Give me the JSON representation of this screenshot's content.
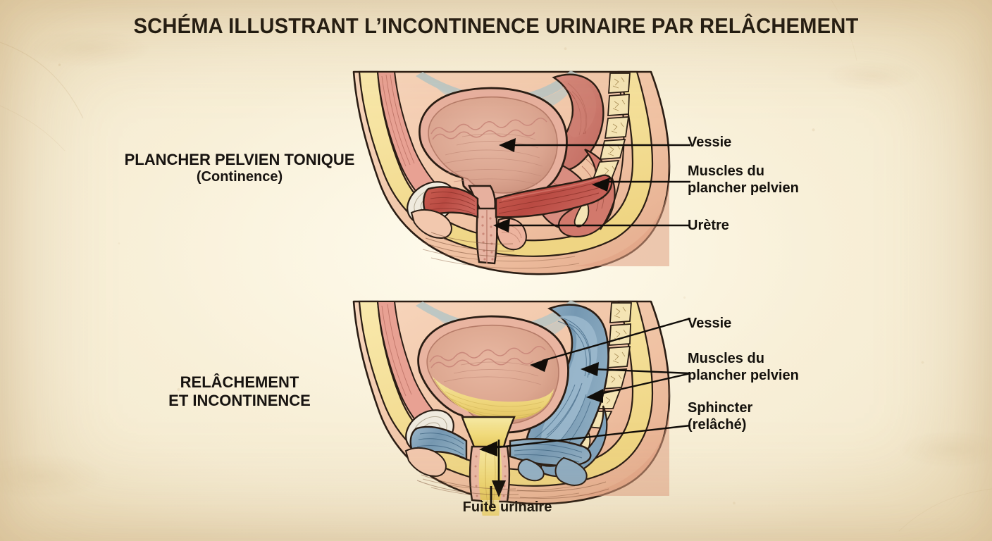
{
  "title": "SCHÉMA ILLUSTRANT L’INCONTINENCE URINAIRE PAR RELÂCHEMENT",
  "panels": {
    "top": {
      "heading": "PLANCHER PELVIEN TONIQUE",
      "subheading": "(Continence)",
      "annotations": [
        {
          "label": "Vessie"
        },
        {
          "label": "Muscles du\nplancher pelvien"
        },
        {
          "label": "Urètre"
        }
      ]
    },
    "bottom": {
      "heading_line1": "RELÂCHEMENT",
      "heading_line2": "ET INCONTINENCE",
      "annotations": [
        {
          "label": "Vessie"
        },
        {
          "label": "Muscles du\nplancher pelvien"
        },
        {
          "label": "Sphincter\n(relâché)"
        }
      ],
      "caption": "Fuite urinaire"
    }
  },
  "colors": {
    "paper_light": "#f8f0da",
    "paper_dark": "#d9c094",
    "ink": "#14110c",
    "bladder_fill": "#dda893",
    "bladder_wall": "#e8b2a2",
    "muscle_red": "#c0534a",
    "muscle_blue": "#7da0b8",
    "fat_yellow": "#f5e09a",
    "skin": "#f0c3a6",
    "bone_white": "#efeade",
    "bowel_grey": "#bcc6c4",
    "urine_yellow": "#f2dc80"
  }
}
